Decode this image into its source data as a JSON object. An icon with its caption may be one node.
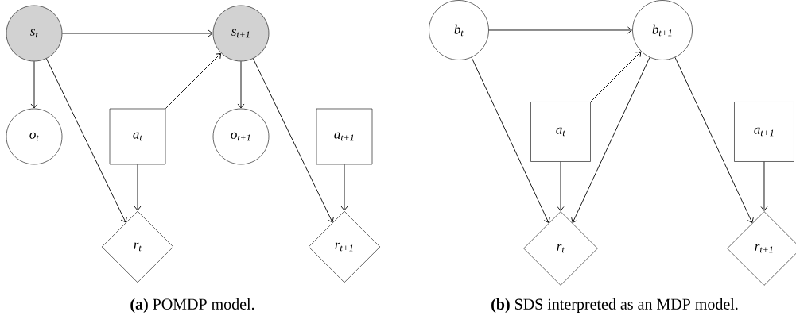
{
  "diagram": {
    "nodes": [
      {
        "text": [
          "s$_{t}$"
        ]
      },
      {
        "text": [
          "s$_{t+1}$"
        ]
      },
      {
        "text": [
          "o$_{t}$"
        ]
      },
      {
        "text": [
          "a$_{t}$"
        ]
      },
      {
        "text": [
          "o$_{t+1}$"
        ]
      },
      {
        "text": [
          "a$_{t+1}$"
        ]
      },
      {
        "text": [
          "r$_{t}$"
        ]
      },
      {
        "text": [
          "r$_{t+1}$"
        ]
      },
      {
        "text": [
          "b$_{t}$"
        ]
      },
      {
        "text": [
          "b$_{t+1}$"
        ]
      },
      {
        "text": [
          "a$_{t}$"
        ]
      },
      {
        "text": [
          "a$_{t+1}$"
        ]
      },
      {
        "text": [
          "r$_{t}$"
        ]
      },
      {
        "text": [
          "r$_{t+1}$"
        ]
      }
    ],
    "edges": [
      {
        "from": 0,
        "to": 1,
        "arrow": "to"
      },
      {
        "from": 0,
        "to": 2,
        "arrow": "to"
      },
      {
        "from": 0,
        "to": 6,
        "arrow": "to"
      },
      {
        "from": 3,
        "to": 1,
        "arrow": "to"
      },
      {
        "from": 3,
        "to": 6,
        "arrow": "to"
      },
      {
        "from": 1,
        "to": 4,
        "arrow": "to"
      },
      {
        "from": 1,
        "to": 7,
        "arrow": "to"
      },
      {
        "from": 5,
        "to": 7,
        "arrow": "to"
      },
      {
        "from": 8,
        "to": 9,
        "arrow": "to"
      },
      {
        "from": 8,
        "to": 12,
        "arrow": "to"
      },
      {
        "from": 10,
        "to": 9,
        "arrow": "to"
      },
      {
        "from": 10,
        "to": 12,
        "arrow": "to"
      },
      {
        "from": 9,
        "to": 12,
        "arrow": "to"
      },
      {
        "from": 9,
        "to": 13,
        "arrow": "to"
      },
      {
        "from": 11,
        "to": 13,
        "arrow": "to"
      }
    ],
    "labels": [
      "**(a)** POMDP model.",
      "**(b)** SDS interpreted as an MDP model."
    ]
  }
}
